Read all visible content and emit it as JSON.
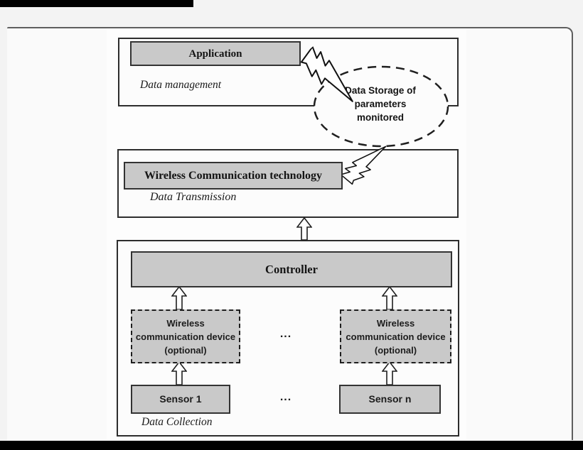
{
  "diagram": {
    "management": {
      "box_label": "Application",
      "layer_label": "Data management"
    },
    "storage": {
      "line1": "Data Storage of",
      "line2": "parameters",
      "line3": "monitored"
    },
    "transmission": {
      "box_label": "Wireless Communication technology",
      "layer_label": "Data Transmission"
    },
    "collection": {
      "controller_label": "Controller",
      "device_left_label": "Wireless communication device (optional)",
      "device_right_label": "Wireless communication device (optional)",
      "devices_ellipsis": "...",
      "sensor_left_label": "Sensor 1",
      "sensor_right_label": "Sensor n",
      "sensors_ellipsis": "...",
      "layer_label": "Data Collection"
    },
    "colors": {
      "box_fill": "#c9c9c9",
      "box_border": "#333333",
      "container_border": "#2d2d2d",
      "card_background": "#fafafa",
      "page_background": "#f3f3f3",
      "card_border": "#5e5e5e",
      "crop_bar": "#000000",
      "text": "#141414"
    }
  }
}
